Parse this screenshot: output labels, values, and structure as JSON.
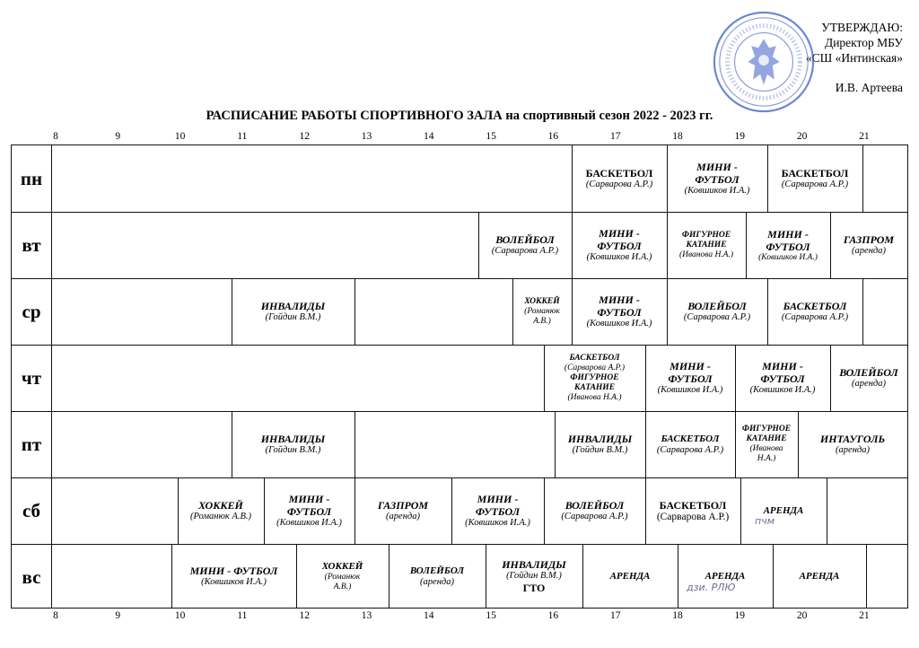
{
  "approval": {
    "line1": "УТВЕРЖДАЮ:",
    "line2": "Директор МБУ",
    "line3": "«СШ «Интинская»",
    "line4": "И.В. Артеева"
  },
  "title": "РАСПИСАНИЕ РАБОТЫ СПОРТИВНОГО ЗАЛА на спортивный сезон 2022 - 2023 гг.",
  "hours": [
    "8",
    "9",
    "10",
    "11",
    "12",
    "13",
    "14",
    "15",
    "16",
    "17",
    "18",
    "19",
    "20",
    "21"
  ],
  "colors": {
    "ink": "#111111",
    "stamp": "#3a5cc8",
    "handwriting": "#6a6f8f"
  },
  "seal": {
    "kind": "round-stamp-icon"
  },
  "handwritten": {
    "sat_note": "пчм",
    "sun_note": "дзи. РЛЮ"
  },
  "schedule": [
    {
      "day": "пн",
      "cells": [
        {
          "act": "БАСКЕТБОЛ",
          "sub": "(Сарварова А.Р.)"
        },
        {
          "act": "МИНИ - ФУТБОЛ",
          "sub": "(Ковшиков И.А.)"
        },
        {
          "act": "БАСКЕТБОЛ",
          "sub": "(Сарварова А.Р.)"
        }
      ]
    },
    {
      "day": "вт",
      "cells": [
        {
          "act": "ВОЛЕЙБОЛ",
          "sub": "(Сарварова А.Р.)"
        },
        {
          "act": "МИНИ - ФУТБОЛ",
          "sub": "(Ковшиков И.А.)"
        },
        {
          "act": "ФИГУРНОЕ КАТАНИЕ",
          "sub": "(Иванова Н.А.)"
        },
        {
          "act": "МИНИ - ФУТБОЛ",
          "sub": "(Ковшиков И.А.)"
        },
        {
          "act": "ГАЗПРОМ",
          "sub": "(аренда)"
        }
      ]
    },
    {
      "day": "ср",
      "cells": [
        {
          "act": "ИНВАЛИДЫ",
          "sub": "(Гойдин В.М.)"
        },
        {
          "act": "ХОККЕЙ",
          "sub": "(Романюк А.В.)"
        },
        {
          "act": "МИНИ - ФУТБОЛ",
          "sub": "(Ковшиков И.А.)"
        },
        {
          "act": "ВОЛЕЙБОЛ",
          "sub": "(Сарварова А.Р.)"
        },
        {
          "act": "БАСКЕТБОЛ",
          "sub": "(Сарварова А.Р.)"
        }
      ]
    },
    {
      "day": "чт",
      "cells": [
        {
          "act": "БАСКЕТБОЛ",
          "sub": "(Сарварова А.Р.)",
          "act2": "ФИГУРНОЕ КАТАНИЕ",
          "sub2": "(Иванова Н.А.)"
        },
        {
          "act": "МИНИ - ФУТБОЛ",
          "sub": "(Ковшиков И.А.)"
        },
        {
          "act": "МИНИ - ФУТБОЛ",
          "sub": "(Ковшиков И.А.)"
        },
        {
          "act": "ВОЛЕЙБОЛ",
          "sub": "(аренда)"
        }
      ]
    },
    {
      "day": "пт",
      "cells": [
        {
          "act": "ИНВАЛИДЫ",
          "sub": "(Гойдин В.М.)"
        },
        {
          "act": "ИНВАЛИДЫ",
          "sub": "(Гойдин В.М.)"
        },
        {
          "act": "БАСКЕТБОЛ",
          "sub": "(Сарварова А.Р.)"
        },
        {
          "act": "ФИГУРНОЕ КАТАНИЕ",
          "sub": "(Иванова Н.А.)"
        },
        {
          "act": "ИНТАУГОЛЬ",
          "sub": "(аренда)"
        }
      ]
    },
    {
      "day": "сб",
      "cells": [
        {
          "act": "ХОККЕЙ",
          "sub": "(Романюк А.В.)"
        },
        {
          "act": "МИНИ - ФУТБОЛ",
          "sub": "(Ковшиков И.А.)"
        },
        {
          "act": "ГАЗПРОМ",
          "sub": "(аренда)"
        },
        {
          "act": "МИНИ - ФУТБОЛ",
          "sub": "(Ковшиков И.А.)"
        },
        {
          "act": "ВОЛЕЙБОЛ",
          "sub": "(Сарварова А.Р.)"
        },
        {
          "act": "БАСКЕТБОЛ",
          "sub": "(Сарварова А.Р.)"
        },
        {
          "act": "АРЕНДА",
          "sub": ""
        }
      ]
    },
    {
      "day": "вс",
      "cells": [
        {
          "act": "МИНИ - ФУТБОЛ",
          "sub": "(Ковшиков И.А.)"
        },
        {
          "act": "ХОККЕЙ",
          "sub": "(Романюк А.В.)"
        },
        {
          "act": "ВОЛЕЙБОЛ",
          "sub": "(аренда)"
        },
        {
          "act": "ИНВАЛИДЫ",
          "sub": "(Гойдин В.М.)",
          "act2": "ГТО",
          "sub2": ""
        },
        {
          "act": "АРЕНДА",
          "sub": ""
        },
        {
          "act": "АРЕНДА",
          "sub": ""
        },
        {
          "act": "АРЕНДА",
          "sub": ""
        }
      ]
    }
  ]
}
